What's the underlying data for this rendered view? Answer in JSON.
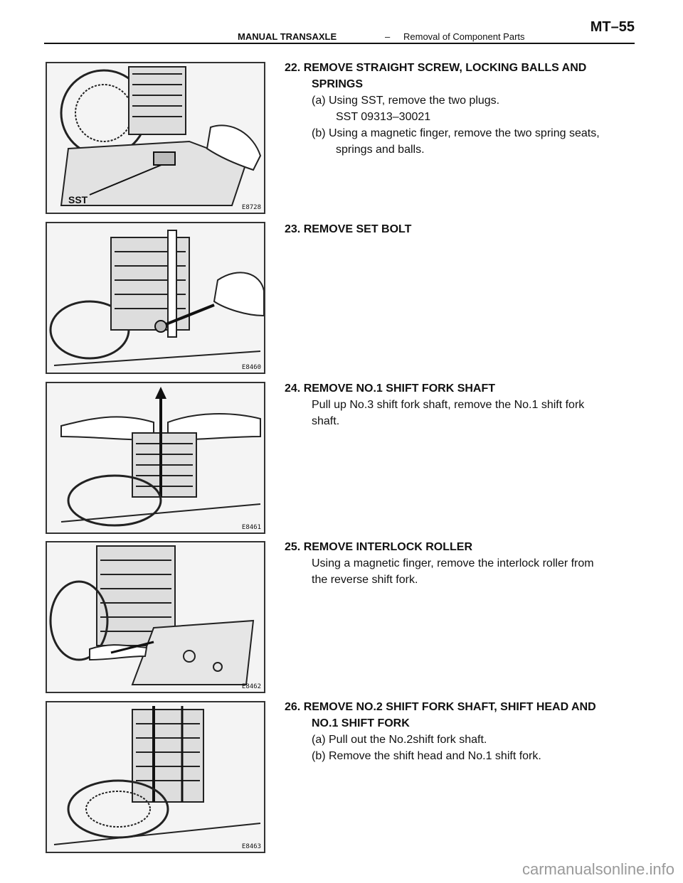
{
  "header": {
    "section": "MANUAL TRANSAXLE",
    "dash": "–",
    "subsection": "Removal of Component Parts",
    "page": "MT–55"
  },
  "steps": [
    {
      "title": "22. REMOVE STRAIGHT SCREW, LOCKING BALLS AND",
      "title_cont": "SPRINGS",
      "lines": [
        "(a) Using SST, remove the two plugs."
      ],
      "sst": "SST  09313–30021",
      "lines2": [
        "(b) Using a magnetic finger, remove the two spring seats,"
      ],
      "lines2_cont": "springs and balls.",
      "figure_code": "E8728",
      "figure_label": "SST"
    },
    {
      "title": "23. REMOVE SET BOLT",
      "figure_code": "E8460"
    },
    {
      "title": "24. REMOVE NO.1 SHIFT FORK SHAFT",
      "lines": [
        "Pull up No.3 shift fork shaft, remove the No.1 shift fork",
        "shaft."
      ],
      "figure_code": "E8461"
    },
    {
      "title": "25. REMOVE INTERLOCK ROLLER",
      "lines": [
        "Using a magnetic finger, remove the interlock roller from",
        "the reverse shift fork."
      ],
      "figure_code": "E8462"
    },
    {
      "title": "26. REMOVE NO.2 SHIFT FORK SHAFT, SHIFT HEAD AND",
      "title_cont": "NO.1 SHIFT FORK",
      "lines": [
        "(a) Pull out the No.2shift fork shaft.",
        "(b) Remove the shift head and No.1 shift fork."
      ],
      "figure_code": "E8463"
    }
  ],
  "watermark": "carmanualsonline.info"
}
